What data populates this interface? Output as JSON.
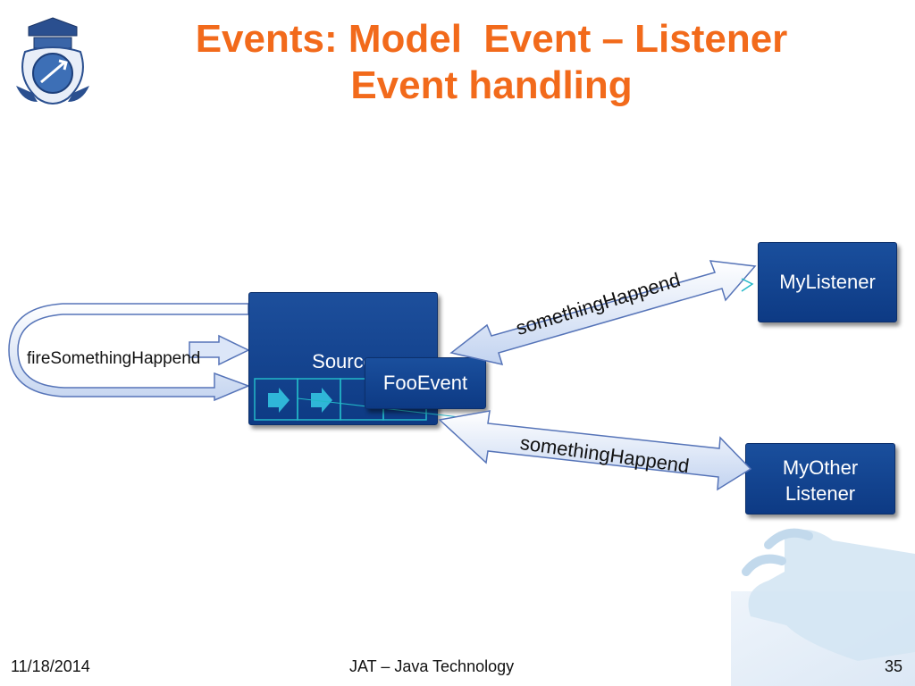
{
  "slide": {
    "title_line1": "Events: Model  Event – Listener",
    "title_line2": "Event handling"
  },
  "diagram": {
    "source_label": "Source",
    "event_label": "FooEvent",
    "listener1_label": "MyListener",
    "listener2_line1": "MyOther",
    "listener2_line2": "Listener",
    "fire_label": "fireSomethingHappend",
    "call_label_top": "somethingHappend",
    "call_label_bottom": "somethingHappend"
  },
  "footer": {
    "date": "11/18/2014",
    "center": "JAT – Java Technology",
    "page": "35"
  },
  "colors": {
    "title": "#f26a1b",
    "box": "#0d3a84",
    "arrow_fill": "#d7e2f7",
    "arrow_stroke": "#5674b8"
  }
}
